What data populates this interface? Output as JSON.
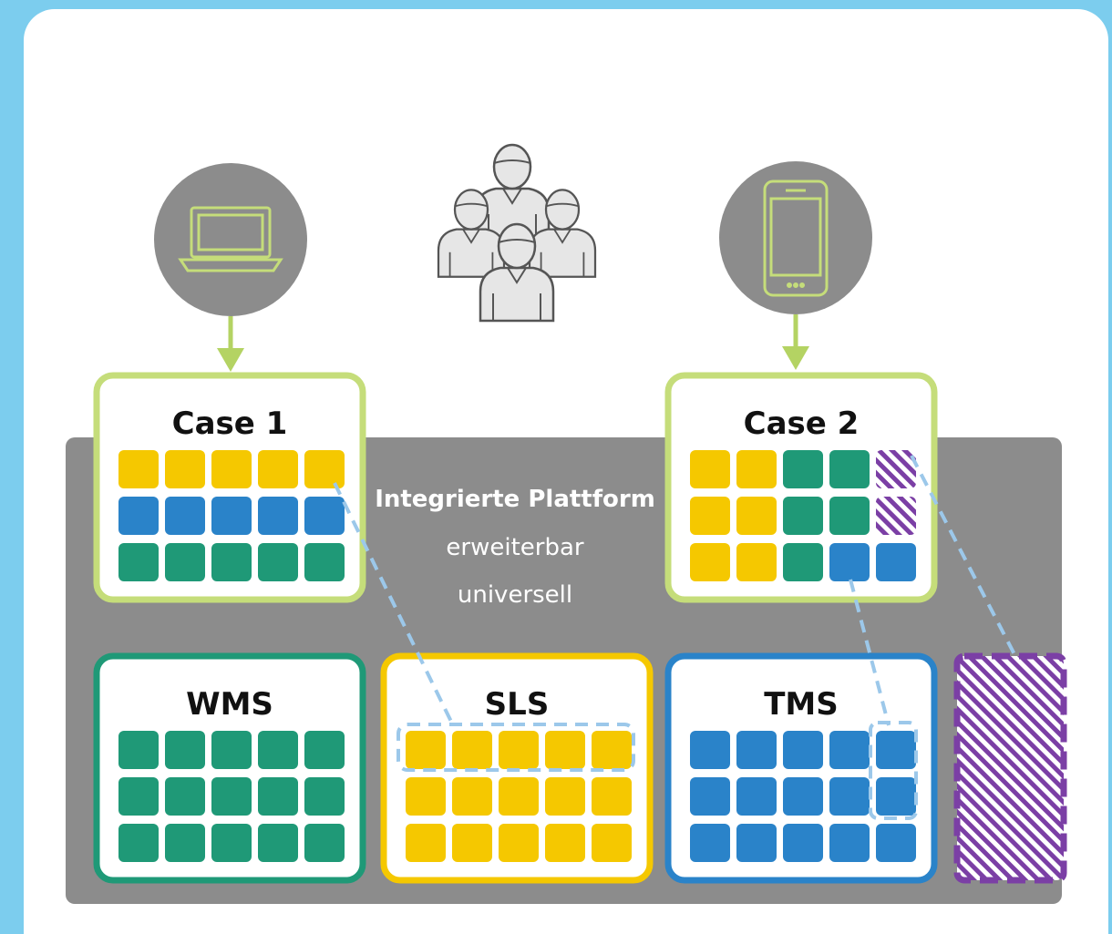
{
  "platform": {
    "title": "Integrierte Plattform",
    "line2": "erweiterbar",
    "line3": "universell"
  },
  "modules": [
    {
      "label": "WMS",
      "color": "#1f9977",
      "rows": [
        "green",
        "green",
        "green"
      ]
    },
    {
      "label": "SLS",
      "color": "#f5c800",
      "rows": [
        "yellow",
        "yellow",
        "yellow"
      ]
    },
    {
      "label": "TMS",
      "color": "#2a83c9",
      "rows": [
        "blue",
        "blue",
        "blue"
      ]
    }
  ],
  "cases": [
    {
      "label": "Case 1",
      "device": "laptop-icon",
      "grid": [
        [
          "yellow",
          "yellow",
          "yellow",
          "yellow",
          "yellow"
        ],
        [
          "blue",
          "blue",
          "blue",
          "blue",
          "blue"
        ],
        [
          "green",
          "green",
          "green",
          "green",
          "green"
        ]
      ]
    },
    {
      "label": "Case 2",
      "device": "smartphone-icon",
      "grid": [
        [
          "yellow",
          "yellow",
          "green",
          "green",
          "hatched-purple"
        ],
        [
          "yellow",
          "yellow",
          "green",
          "green",
          "hatched-purple"
        ],
        [
          "yellow",
          "yellow",
          "green",
          "blue",
          "blue"
        ]
      ]
    }
  ],
  "colors": {
    "background": "#7ccdee",
    "platform": "#8c8c8c",
    "case_border": "#c5dd7a",
    "arrow": "#b4d363",
    "green": "#1f9977",
    "yellow": "#f5c800",
    "blue": "#2a83c9",
    "purple": "#7b3fa5",
    "link": "#9cc8ea"
  },
  "icons": [
    "laptop-icon",
    "smartphone-icon",
    "user-group-icon"
  ]
}
